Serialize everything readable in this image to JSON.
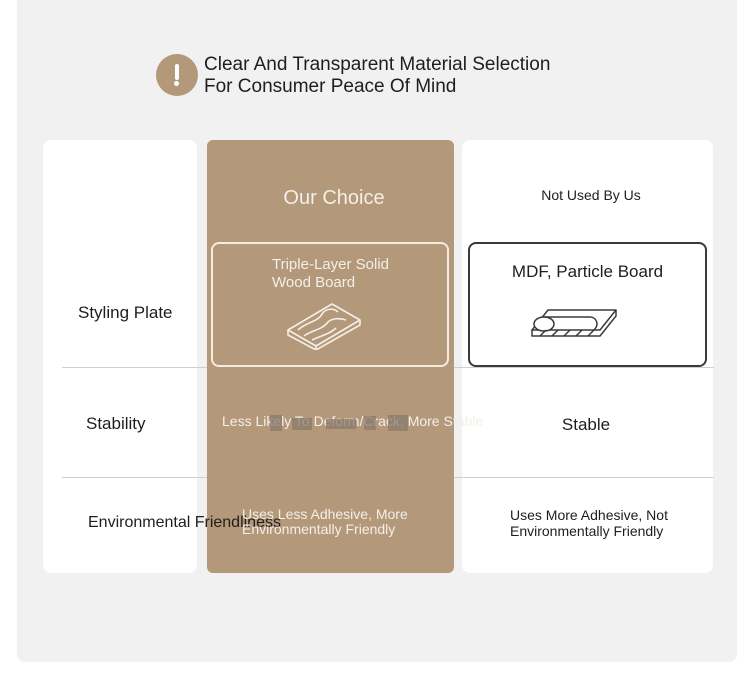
{
  "header": {
    "icon": "exclamation-icon",
    "line1": "Clear And Transparent Material Selection",
    "line2": "For Consumer Peace Of Mind"
  },
  "columns": {
    "our_choice": "Our Choice",
    "not_used": "Not Used By Us"
  },
  "rows": {
    "styling_plate": "Styling Plate",
    "stability": "Stability",
    "environment": "Environmental Friendliness"
  },
  "our_choice": {
    "material_line1": "Triple-Layer Solid",
    "material_line2": "Wood Board",
    "stability": "Less Likely To Deform/Crack, More Stable",
    "environment_line1": "Uses Less Adhesive, More",
    "environment_line2": "Environmentally Friendly"
  },
  "not_used": {
    "material": "MDF, Particle Board",
    "stability": "Stable",
    "environment_line1": "Uses More Adhesive, Not",
    "environment_line2": "Environmentally Friendly"
  },
  "colors": {
    "accent": "#b3987a",
    "panel": "#f1f1f1"
  }
}
